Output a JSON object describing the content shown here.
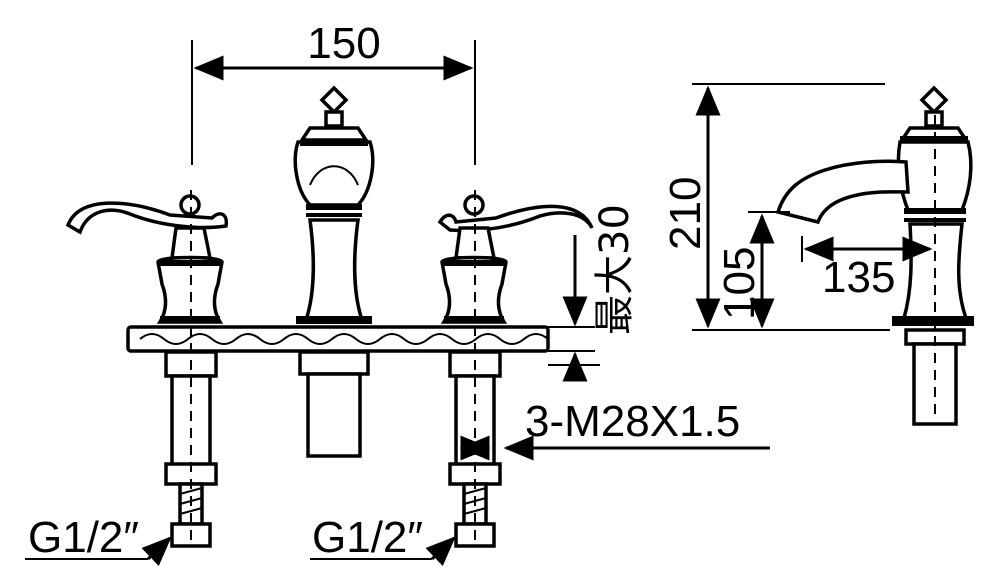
{
  "dimensions": {
    "center_spacing": "150",
    "total_height": "210",
    "spout_height": "105",
    "spout_reach": "135",
    "deck_thickness": "最大30",
    "thread": "3-M28X1.5",
    "inlet_left": "G1/2″",
    "inlet_right": "G1/2″"
  },
  "colors": {
    "line": "#000000",
    "background": "#ffffff"
  }
}
